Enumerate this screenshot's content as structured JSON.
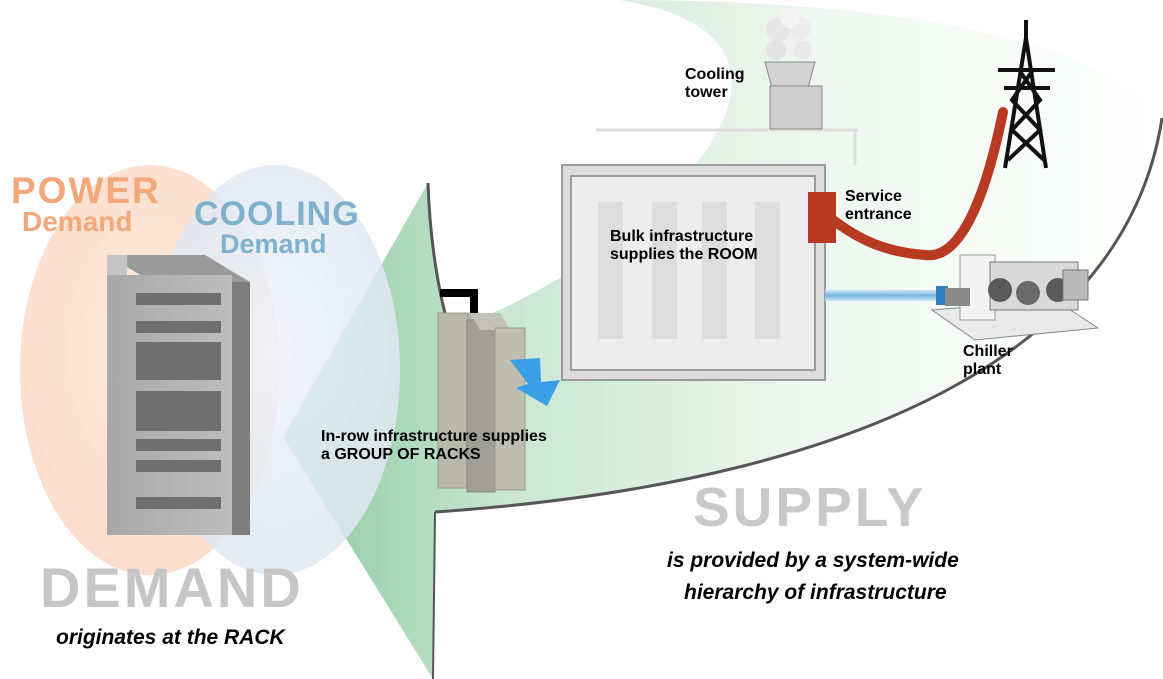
{
  "demand": {
    "power_line1": "POWER",
    "power_line2": "Demand",
    "cooling_line1": "COOLING",
    "cooling_line2": "Demand",
    "heading": "DEMAND",
    "caption": "originates at the RACK"
  },
  "supply": {
    "heading": "SUPPLY",
    "caption_line1": "is provided by a system-wide",
    "caption_line2": "hierarchy of infrastructure"
  },
  "labels": {
    "cooling_tower": [
      "Cooling",
      "tower"
    ],
    "service_entrance": [
      "Service",
      "entrance"
    ],
    "bulk_infrastructure": [
      "Bulk infrastructure",
      "supplies the ROOM"
    ],
    "chiller_plant": [
      "Chiller",
      "plant"
    ],
    "in_row_infrastructure": [
      "In-row infrastructure supplies",
      "a GROUP OF RACKS"
    ]
  },
  "colors": {
    "power": "#f3a77a",
    "cooling": "#7fb0cc",
    "demand_heading": "#c6c6c6",
    "supply_heading": "#c9c9c9",
    "arrow_green": "#a6d2b2",
    "service_red": "#b83a22",
    "chiller_blue": "#7ab6dd"
  },
  "icons": [
    "server-rack-icon",
    "cooling-tower-icon",
    "transmission-tower-icon",
    "chiller-plant-icon",
    "in-row-unit-icon",
    "airflow-arrow-icon"
  ]
}
